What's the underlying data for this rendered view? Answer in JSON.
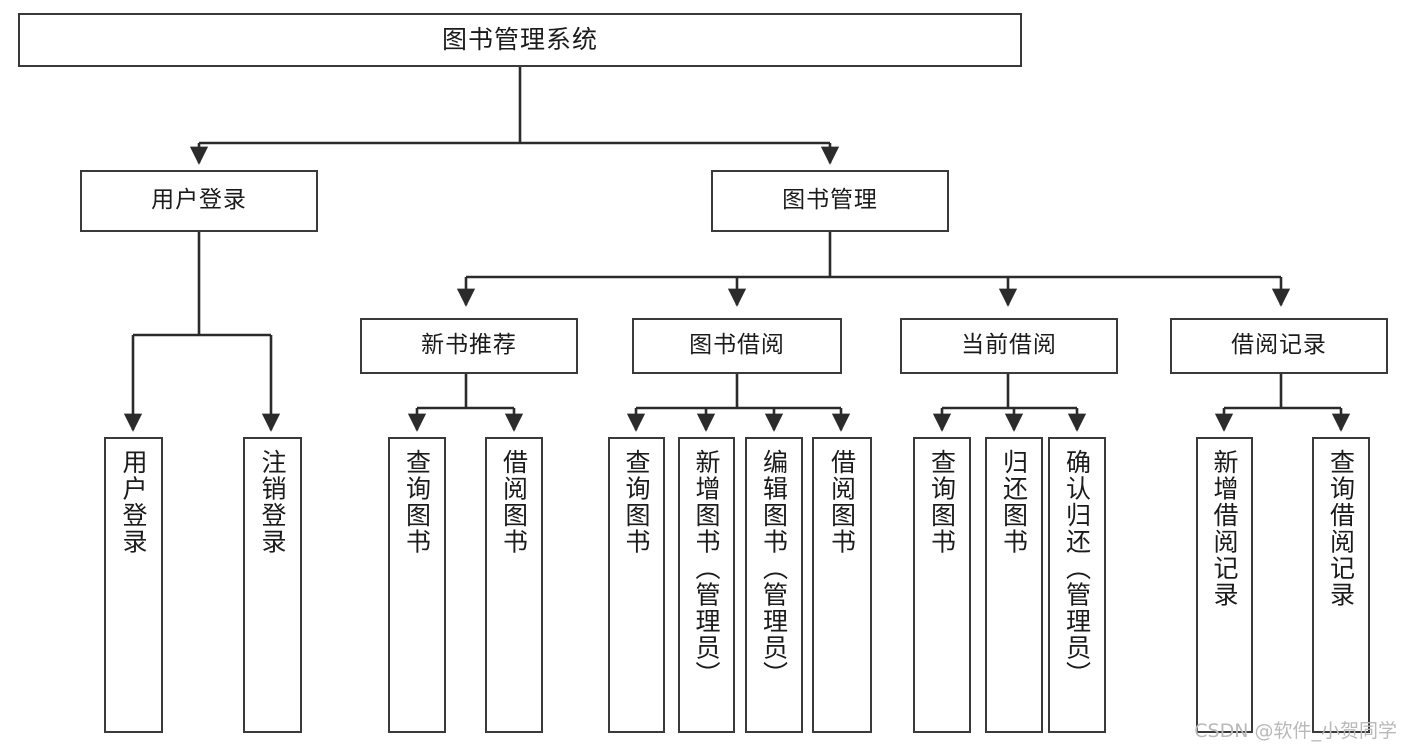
{
  "diagram": {
    "title": "图书管理系统",
    "watermark": "CSDN @软件_小贺同学",
    "colors": {
      "background": "#ffffff",
      "box_border": "#3a3a3a",
      "connector": "#2b2b2b",
      "text": "#1b1b1b",
      "watermark": "#b9b9b9"
    },
    "nodes": {
      "root": {
        "label": "图书管理系统"
      },
      "level2": [
        {
          "label": "用户登录"
        },
        {
          "label": "图书管理"
        }
      ],
      "level3": [
        {
          "label": "新书推荐"
        },
        {
          "label": "图书借阅"
        },
        {
          "label": "当前借阅"
        },
        {
          "label": "借阅记录"
        }
      ],
      "leaves": {
        "user_login": [
          {
            "label": "用户登录"
          },
          {
            "label": "注销登录"
          }
        ],
        "new_book_recommend": [
          {
            "label": "查询图书"
          },
          {
            "label": "借阅图书"
          }
        ],
        "book_borrow": [
          {
            "label": "查询图书"
          },
          {
            "label": "新增图书（管理员）"
          },
          {
            "label": "编辑图书（管理员）"
          },
          {
            "label": "借阅图书"
          }
        ],
        "current_borrow": [
          {
            "label": "查询图书"
          },
          {
            "label": "归还图书"
          },
          {
            "label": "确认归还（管理员）"
          }
        ],
        "borrow_record": [
          {
            "label": "新增借阅记录"
          },
          {
            "label": "查询借阅记录"
          }
        ]
      }
    }
  }
}
